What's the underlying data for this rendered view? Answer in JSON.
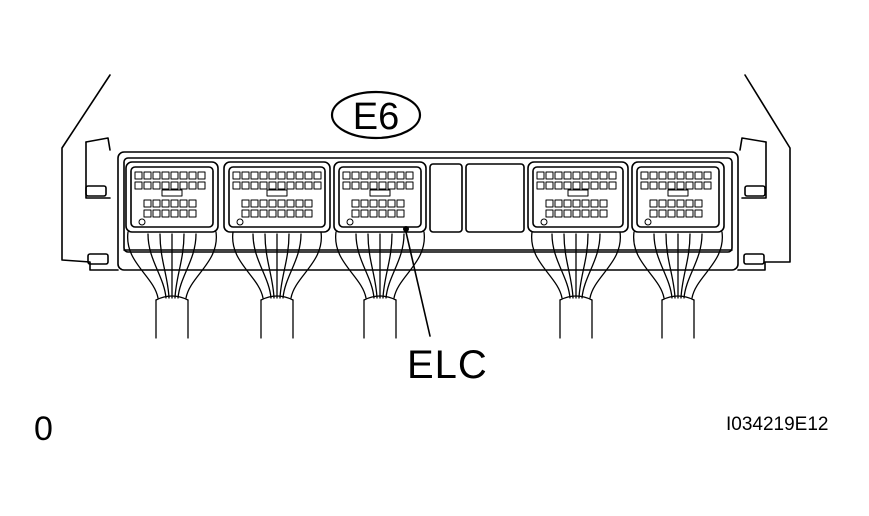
{
  "diagram": {
    "connector_label": "E6",
    "pin_label": "ELC",
    "corner_mark": "0",
    "figure_id": "I034219E12",
    "line_color": "#000000",
    "background_color": "#ffffff"
  }
}
